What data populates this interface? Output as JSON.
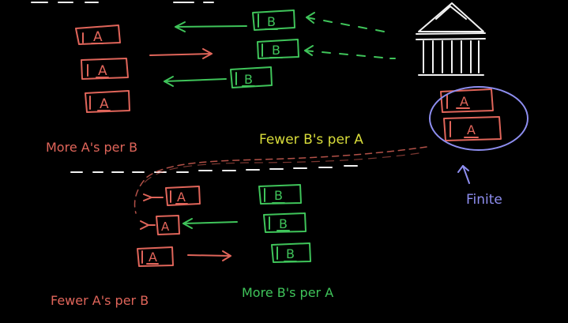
{
  "colors": {
    "background": "#000000",
    "red": "#e0655a",
    "green": "#3fc45a",
    "yellow": "#d8dc3a",
    "white": "#f2f2f2",
    "purple": "#8e8ef0"
  },
  "box_labels": {
    "a": "A",
    "b": "B"
  },
  "annotations": {
    "more_as_per_b": "More A's per B",
    "fewer_bs_per_a": "Fewer B's per A",
    "finite": "Finite",
    "fewer_as_per_b": "Fewer A's per B",
    "more_bs_per_a": "More B's per A"
  },
  "icons": {
    "bank": "bank-building-icon",
    "arrow": "arrow-icon"
  }
}
